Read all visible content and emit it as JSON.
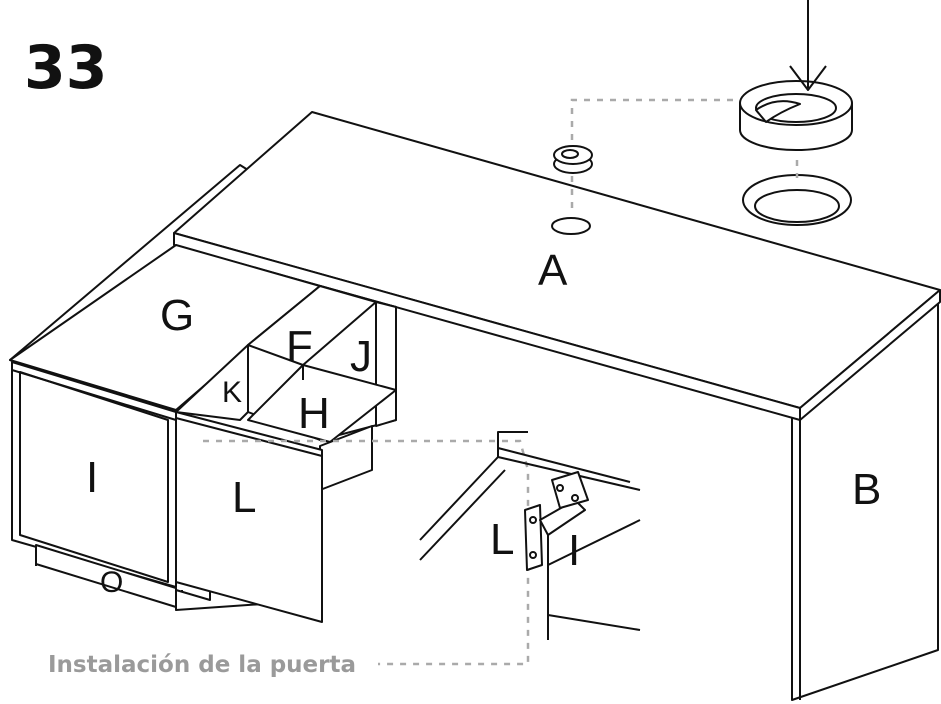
{
  "step_number": "33",
  "caption": "Instalación de la puerta",
  "parts": {
    "A": "A",
    "B": "B",
    "G": "G",
    "F": "F",
    "J": "J",
    "K": "K",
    "H": "H",
    "I": "I",
    "L": "L",
    "O": "O",
    "detail_L": "L",
    "detail_I": "I"
  },
  "colors": {
    "line": "#111111",
    "guide": "#aaaaaa",
    "caption": "#9a9a9a"
  }
}
